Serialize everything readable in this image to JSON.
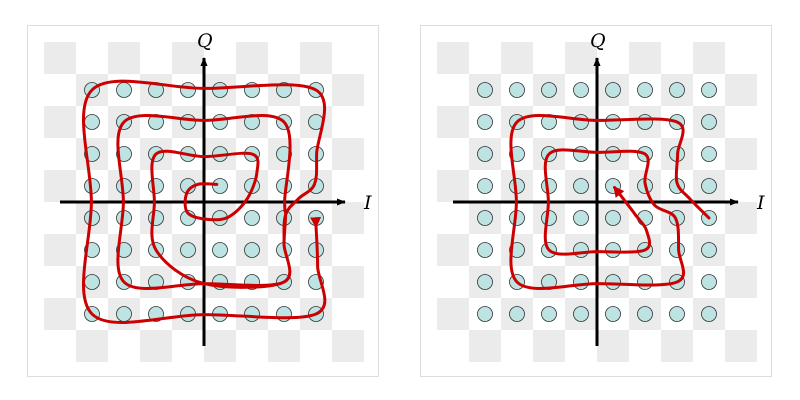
{
  "panels": [
    {
      "id": "left",
      "axis_labels": {
        "horizontal": "I",
        "vertical": "Q"
      },
      "grid": {
        "columns": 8,
        "rows": 8,
        "coords": [
          -3.5,
          -2.5,
          -1.5,
          -0.5,
          0.5,
          1.5,
          2.5,
          3.5
        ]
      },
      "trajectory_points": [
        [
          3.5,
          -0.75
        ],
        [
          3.55,
          -2.0
        ],
        [
          3.5,
          -3.5
        ],
        [
          0.0,
          -3.52
        ],
        [
          -3.5,
          -3.5
        ],
        [
          -3.52,
          0.0
        ],
        [
          -3.5,
          3.5
        ],
        [
          0.0,
          3.55
        ],
        [
          3.5,
          3.5
        ],
        [
          3.52,
          1.5
        ],
        [
          3.45,
          0.55
        ],
        [
          2.95,
          0.1
        ],
        [
          2.55,
          -0.4
        ],
        [
          2.5,
          -1.3
        ],
        [
          2.5,
          -2.5
        ],
        [
          0.0,
          -2.55
        ],
        [
          -2.5,
          -2.5
        ],
        [
          -2.52,
          0.0
        ],
        [
          -2.5,
          2.5
        ],
        [
          0.0,
          2.55
        ],
        [
          2.5,
          2.5
        ],
        [
          2.52,
          0.0
        ],
        [
          2.55,
          -0.4
        ],
        [
          2.5,
          -1.3
        ],
        [
          2.5,
          -2.5
        ],
        [
          0.0,
          -2.55
        ],
        [
          -1.5,
          -1.5
        ],
        [
          -1.55,
          0.0
        ],
        [
          -1.5,
          1.5
        ],
        [
          0.0,
          1.42
        ],
        [
          1.5,
          1.5
        ],
        [
          1.65,
          0.9
        ],
        [
          1.35,
          0.1
        ],
        [
          0.8,
          -0.45
        ],
        [
          0.2,
          -0.55
        ],
        [
          -0.5,
          -0.35
        ],
        [
          -0.55,
          0.25
        ],
        [
          -0.2,
          0.55
        ],
        [
          0.4,
          0.55
        ]
      ],
      "arrow_at": "start"
    },
    {
      "id": "right",
      "axis_labels": {
        "horizontal": "I",
        "vertical": "Q"
      },
      "grid": {
        "columns": 8,
        "rows": 8,
        "coords": [
          -3.5,
          -2.5,
          -1.5,
          -0.5,
          0.5,
          1.5,
          2.5,
          3.5
        ]
      },
      "trajectory_points": [
        [
          3.5,
          -0.5
        ],
        [
          2.9,
          0.1
        ],
        [
          2.5,
          0.6
        ],
        [
          2.52,
          1.5
        ],
        [
          2.5,
          2.5
        ],
        [
          0.0,
          2.55
        ],
        [
          -2.5,
          2.5
        ],
        [
          -2.52,
          0.0
        ],
        [
          -2.5,
          -2.5
        ],
        [
          0.0,
          -2.55
        ],
        [
          2.5,
          -2.5
        ],
        [
          2.55,
          -1.5
        ],
        [
          2.45,
          -0.5
        ],
        [
          1.8,
          -0.1
        ],
        [
          1.5,
          0.6
        ],
        [
          1.5,
          1.5
        ],
        [
          0.0,
          1.55
        ],
        [
          -1.5,
          1.5
        ],
        [
          -1.52,
          0.0
        ],
        [
          -1.5,
          -1.5
        ],
        [
          0.0,
          -1.55
        ],
        [
          1.5,
          -1.5
        ],
        [
          1.55,
          -0.9
        ],
        [
          1.2,
          -0.4
        ],
        [
          0.55,
          0.45
        ]
      ],
      "arrow_at": "end"
    }
  ],
  "colors": {
    "panel_border": "#dddddd",
    "checker": "#ebebeb",
    "point_fill": "#bde3e3",
    "point_stroke": "#333333",
    "axis": "#000000",
    "trajectory": "#cc0000"
  }
}
